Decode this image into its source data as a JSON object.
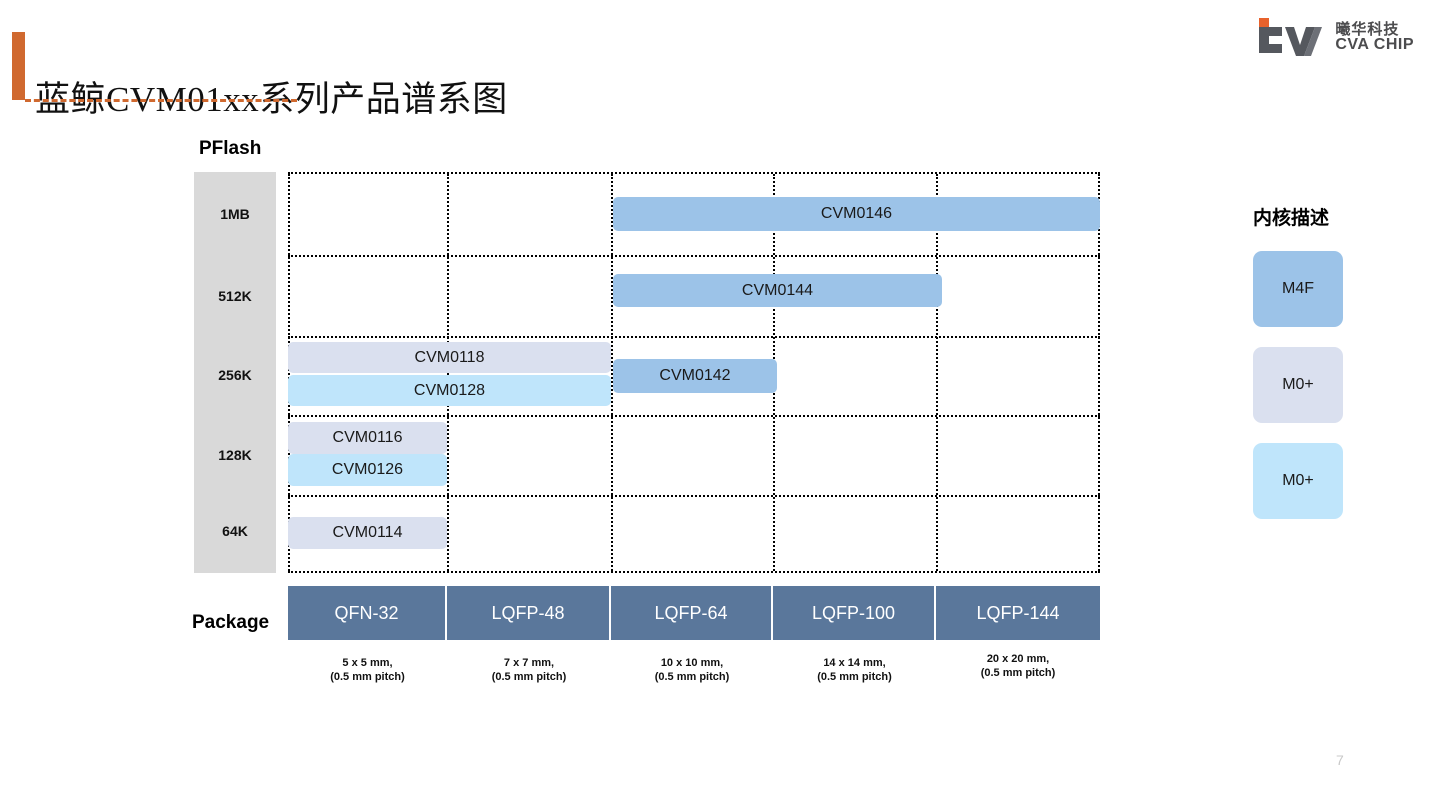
{
  "header": {
    "title": "蓝鲸CVM01xx系列产品谱系图",
    "accent_color": "#d0692f"
  },
  "logo": {
    "cn": "曦华科技",
    "en": "CVA CHIP",
    "mark_color": "#55585e",
    "mark_accent_color": "#e8622c"
  },
  "chart_data": {
    "type": "table",
    "title": "蓝鲸CVM01xx系列产品谱系图",
    "ylabel": "PFlash",
    "xlabel": "Package",
    "categories": [
      "QFN-32",
      "LQFP-48",
      "LQFP-64",
      "LQFP-100",
      "LQFP-144"
    ],
    "category_subtitles": [
      "5 x 5 mm,\n(0.5 mm pitch)",
      "7 x 7 mm,\n(0.5 mm pitch)",
      "10 x 10 mm,\n(0.5 mm pitch)",
      "14 x 14 mm,\n(0.5 mm pitch)",
      "20 x 20 mm,\n(0.5 mm pitch)"
    ],
    "yticks": [
      "1MB",
      "512K",
      "256K",
      "128K",
      "64K"
    ],
    "grid": true,
    "legend_position": "right",
    "series": [
      {
        "name": "CVM0146",
        "flash": "1MB",
        "core": "M4F",
        "package_from": "LQFP-64",
        "package_to": "LQFP-144"
      },
      {
        "name": "CVM0144",
        "flash": "512K",
        "core": "M4F",
        "package_from": "LQFP-64",
        "package_to": "LQFP-100"
      },
      {
        "name": "CVM0118",
        "flash": "256K",
        "core": "M0+",
        "package_from": "QFN-32",
        "package_to": "LQFP-48"
      },
      {
        "name": "CVM0128",
        "flash": "256K",
        "core": "M0+",
        "package_from": "QFN-32",
        "package_to": "LQFP-48"
      },
      {
        "name": "CVM0142",
        "flash": "256K",
        "core": "M4F",
        "package_from": "LQFP-64",
        "package_to": "LQFP-64"
      },
      {
        "name": "CVM0116",
        "flash": "128K",
        "core": "M0+",
        "package_from": "QFN-32",
        "package_to": "QFN-32"
      },
      {
        "name": "CVM0126",
        "flash": "128K",
        "core": "M0+",
        "package_from": "QFN-32",
        "package_to": "QFN-32"
      },
      {
        "name": "CVM0114",
        "flash": "64K",
        "core": "M0+",
        "package_from": "QFN-32",
        "package_to": "QFN-32"
      }
    ]
  },
  "ticks": [
    {
      "label": "1MB"
    },
    {
      "label": "512K"
    },
    {
      "label": "256K"
    },
    {
      "label": "128K"
    },
    {
      "label": "64K"
    }
  ],
  "packages": [
    {
      "label": "QFN-32",
      "size": "5 x 5 mm,",
      "pitch": "(0.5 mm pitch)"
    },
    {
      "label": "LQFP-48",
      "size": "7 x 7 mm,",
      "pitch": "(0.5 mm pitch)"
    },
    {
      "label": "LQFP-64",
      "size": "10 x 10 mm,",
      "pitch": "(0.5 mm pitch)"
    },
    {
      "label": "LQFP-100",
      "size": "14 x 14 mm,",
      "pitch": "(0.5 mm pitch)"
    },
    {
      "label": "LQFP-144",
      "size": "20 x 20 mm,",
      "pitch": "(0.5 mm pitch)"
    }
  ],
  "bars": [
    {
      "label": "CVM0146",
      "color": "#9cc3e8"
    },
    {
      "label": "CVM0144",
      "color": "#9cc3e8"
    },
    {
      "label": "CVM0118",
      "color": "#dae0ef"
    },
    {
      "label": "CVM0128",
      "color": "#bfe5fb"
    },
    {
      "label": "CVM0142",
      "color": "#9cc3e8"
    },
    {
      "label": "CVM0116",
      "color": "#dae0ef"
    },
    {
      "label": "CVM0126",
      "color": "#bfe5fb"
    },
    {
      "label": "CVM0114",
      "color": "#dae0ef"
    }
  ],
  "axis": {
    "pflash_label": "PFlash",
    "package_label": "Package"
  },
  "legend": {
    "title": "内核描述",
    "items": [
      {
        "label": "M4F",
        "color": "#9cc3e8"
      },
      {
        "label": "M0+",
        "color": "#dae0ef"
      },
      {
        "label": "M0+",
        "color": "#bfe5fb"
      }
    ]
  },
  "footer": {
    "page_number": "7"
  }
}
